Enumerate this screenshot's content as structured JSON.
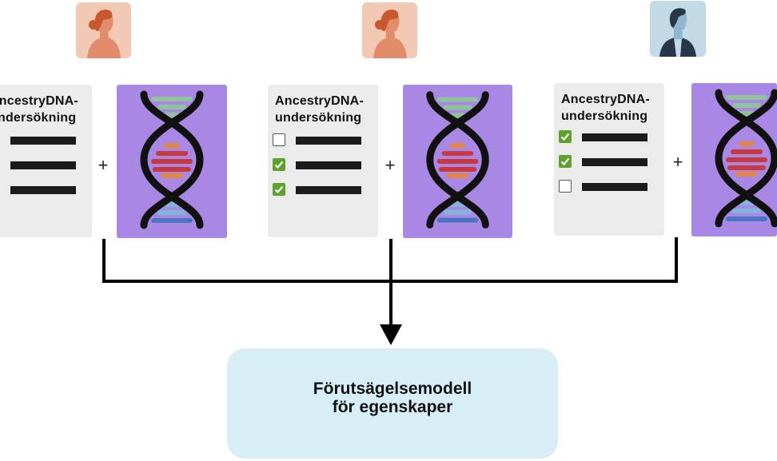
{
  "columns": [
    {
      "avatar": {
        "icon": "person-female-icon",
        "bg": "#f2c9b5",
        "fg": "#e28c6c",
        "hair": "#c9582f"
      },
      "survey_title_1": "AncestryDNA-",
      "survey_title_2": "undersökning",
      "checks": [
        false,
        true,
        true
      ],
      "plus": "+"
    },
    {
      "avatar": {
        "icon": "person-female-icon",
        "bg": "#f2c9b5",
        "fg": "#e28c6c",
        "hair": "#c9582f"
      },
      "survey_title_1": "AncestryDNA-",
      "survey_title_2": "undersökning",
      "checks": [
        false,
        true,
        true
      ],
      "plus": "+"
    },
    {
      "avatar": {
        "icon": "person-male-icon",
        "bg": "#c2d9e6",
        "fg": "#8fb6cc",
        "hair": "#27364a"
      },
      "survey_title_1": "AncestryDNA-",
      "survey_title_2": "undersökning",
      "checks": [
        true,
        true,
        false
      ],
      "plus": "+"
    }
  ],
  "model": {
    "line1": "Förutsägelsemodell",
    "line2": "för egenskaper"
  },
  "colors": {
    "dna_card": "#a888e4",
    "survey_bg": "#ebebeb",
    "check_green": "#5fa12b",
    "model_bg": "#d8eef7"
  }
}
